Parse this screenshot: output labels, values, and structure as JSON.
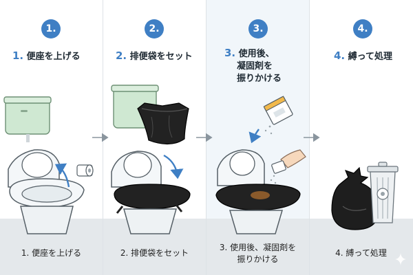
{
  "steps": [
    {
      "number": "1.",
      "title_num": "1.",
      "title": "便座を上げる",
      "caption": "1. 便座を上げる"
    },
    {
      "number": "2.",
      "title_num": "2.",
      "title": "排便袋をセット",
      "caption": "2. 排便袋をセット"
    },
    {
      "number": "3.",
      "title_num": "3.",
      "title_line1": "使用後、",
      "title_line2": "凝固剤を",
      "title_line3": "振りかける",
      "caption_line1": "3. 使用後、凝固剤を",
      "caption_line2": "振りかける"
    },
    {
      "number": "4.",
      "title_num": "4.",
      "title": "縛って処理",
      "caption": "4. 縛って処理"
    }
  ],
  "colors": {
    "accent": "#3f7fc4",
    "tank": "#cfe8d2",
    "porcelain": "#f4f7f9",
    "bag": "#222222",
    "arrow": "#3f7fc4"
  }
}
